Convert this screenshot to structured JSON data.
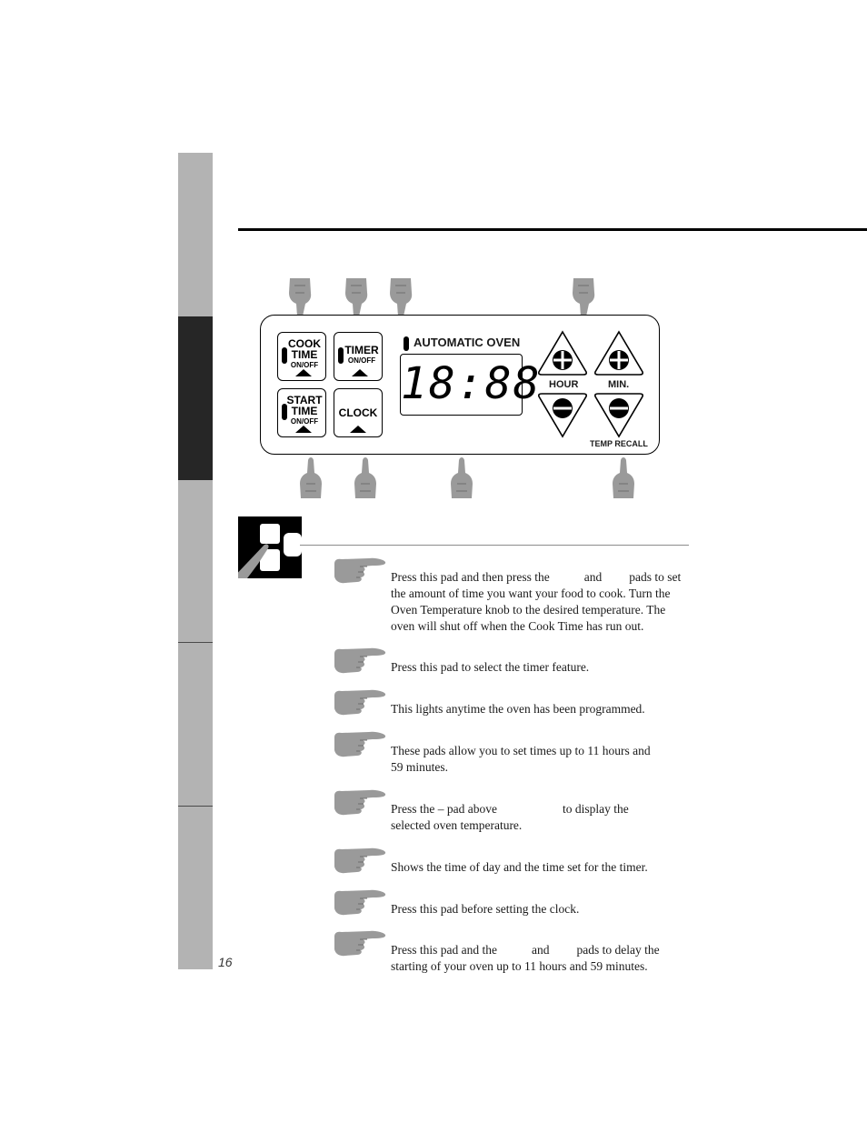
{
  "page": {
    "number": "16"
  },
  "control_panel": {
    "pads": [
      {
        "line1": "COOK",
        "line2": "TIME",
        "sub": "ON/OFF"
      },
      {
        "line1": "TIMER",
        "sub": "ON/OFF"
      },
      {
        "line1": "START",
        "line2": "TIME",
        "sub": "ON/OFF"
      },
      {
        "line1": "CLOCK"
      }
    ],
    "oven_label": "AUTOMATIC OVEN",
    "display_value": "18:88",
    "hour_label": "HOUR",
    "min_label": "MIN.",
    "temp_recall_label": "TEMP RECALL"
  },
  "descriptions": [
    {
      "text_a": "Press this pad and then press the",
      "text_b": "and",
      "text_c": "pads to",
      "text_d": "set the amount of time you want your food to cook. Turn the Oven Temperature knob to the desired temperature. The oven will shut off when the Cook Time has run out."
    },
    {
      "text": "Press this pad to select the timer feature."
    },
    {
      "text": "This lights anytime the oven has been programmed."
    },
    {
      "text": "These pads allow you to set times up to 11 hours and 59 minutes."
    },
    {
      "text_a": "Press the – pad above",
      "text_b": "to display the",
      "text_c": "selected oven temperature."
    },
    {
      "text": "Shows the time of day and the time set for the timer."
    },
    {
      "text": "Press this pad before setting the clock."
    },
    {
      "text_a": "Press this pad and the",
      "text_b": "and",
      "text_c": "pads to delay the",
      "text_d": "starting of your oven up to 11 hours and 59 minutes."
    }
  ]
}
